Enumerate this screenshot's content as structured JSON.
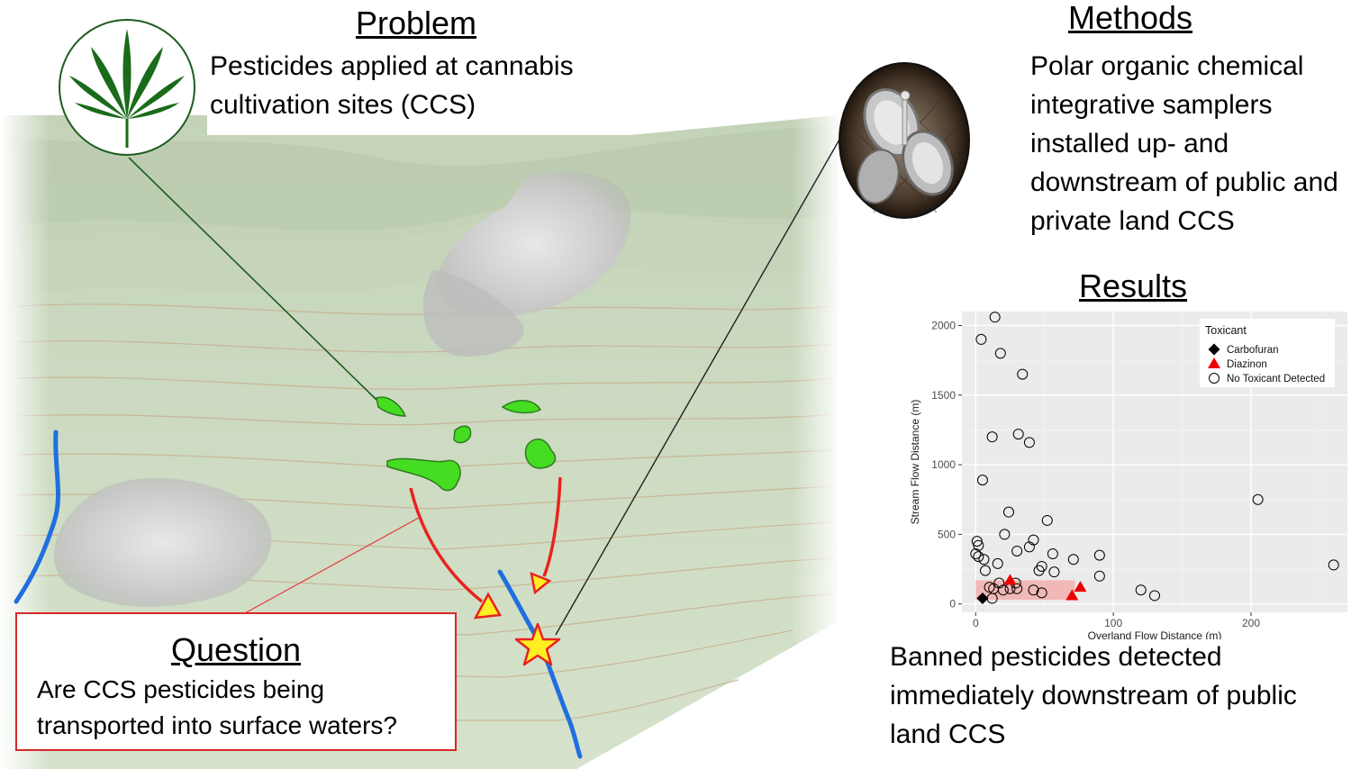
{
  "problem": {
    "heading": "Problem",
    "text": "Pesticides applied at cannabis cultivation sites (CCS)"
  },
  "methods": {
    "heading": "Methods",
    "text": "Polar organic chemical integrative samplers installed up- and downstream of public and private land CCS"
  },
  "results": {
    "heading": "Results",
    "text": "Banned pesticides detected immediately downstream of public land CCS"
  },
  "question": {
    "heading": "Question",
    "text": "Are CCS pesticides being transported into surface waters?"
  },
  "icons": [
    "cannabis-leaf-icon",
    "sampler-canister-icon",
    "sampling-site-star-icon"
  ],
  "colors": {
    "terrain": "#c9d9bd",
    "cultivation_site": "#44dd22",
    "stream": "#1f6fe0",
    "flow_arrow": "#e8231f",
    "arrow_head_fill": "#ffee22",
    "question_border": "#d62828",
    "carbofuran": "#000000",
    "diazinon": "#ee0000"
  },
  "chart_data": {
    "type": "scatter",
    "xlabel": "Overland Flow Distance (m)",
    "ylabel": "Stream Flow Distance (m)",
    "xlim": [
      -10,
      270
    ],
    "ylim": [
      -60,
      2100
    ],
    "x_ticks": [
      0,
      100,
      200
    ],
    "y_ticks": [
      0,
      500,
      1000,
      1500,
      2000
    ],
    "grid": true,
    "legend": {
      "title": "Toxicant",
      "position": "top-right",
      "entries": [
        "Carbofuran",
        "Diazinon",
        "No Toxicant Detected"
      ]
    },
    "series": [
      {
        "name": "Carbofuran",
        "marker": "diamond",
        "color": "#000000",
        "points": [
          [
            5,
            40
          ]
        ]
      },
      {
        "name": "Diazinon",
        "marker": "triangle",
        "color": "#ee0000",
        "points": [
          [
            25,
            170
          ],
          [
            70,
            60
          ],
          [
            76,
            120
          ]
        ]
      },
      {
        "name": "No Toxicant Detected",
        "marker": "open-circle",
        "color": "#000000",
        "points": [
          [
            14,
            2060
          ],
          [
            4,
            1900
          ],
          [
            18,
            1800
          ],
          [
            34,
            1650
          ],
          [
            31,
            1220
          ],
          [
            12,
            1200
          ],
          [
            39,
            1160
          ],
          [
            5,
            890
          ],
          [
            24,
            660
          ],
          [
            52,
            600
          ],
          [
            21,
            500
          ],
          [
            42,
            460
          ],
          [
            39,
            410
          ],
          [
            1,
            450
          ],
          [
            2,
            420
          ],
          [
            30,
            380
          ],
          [
            0,
            360
          ],
          [
            2,
            340
          ],
          [
            6,
            320
          ],
          [
            56,
            360
          ],
          [
            71,
            320
          ],
          [
            90,
            350
          ],
          [
            16,
            290
          ],
          [
            48,
            270
          ],
          [
            46,
            240
          ],
          [
            57,
            230
          ],
          [
            7,
            240
          ],
          [
            90,
            200
          ],
          [
            29,
            150
          ],
          [
            17,
            150
          ],
          [
            10,
            120
          ],
          [
            13,
            110
          ],
          [
            20,
            100
          ],
          [
            25,
            110
          ],
          [
            30,
            110
          ],
          [
            42,
            100
          ],
          [
            48,
            80
          ],
          [
            12,
            40
          ],
          [
            120,
            100
          ],
          [
            130,
            60
          ],
          [
            205,
            750
          ],
          [
            260,
            280
          ]
        ]
      }
    ],
    "highlight_band": {
      "x": [
        0,
        72
      ],
      "y": [
        30,
        170
      ],
      "color": "#f2a7a4"
    }
  }
}
